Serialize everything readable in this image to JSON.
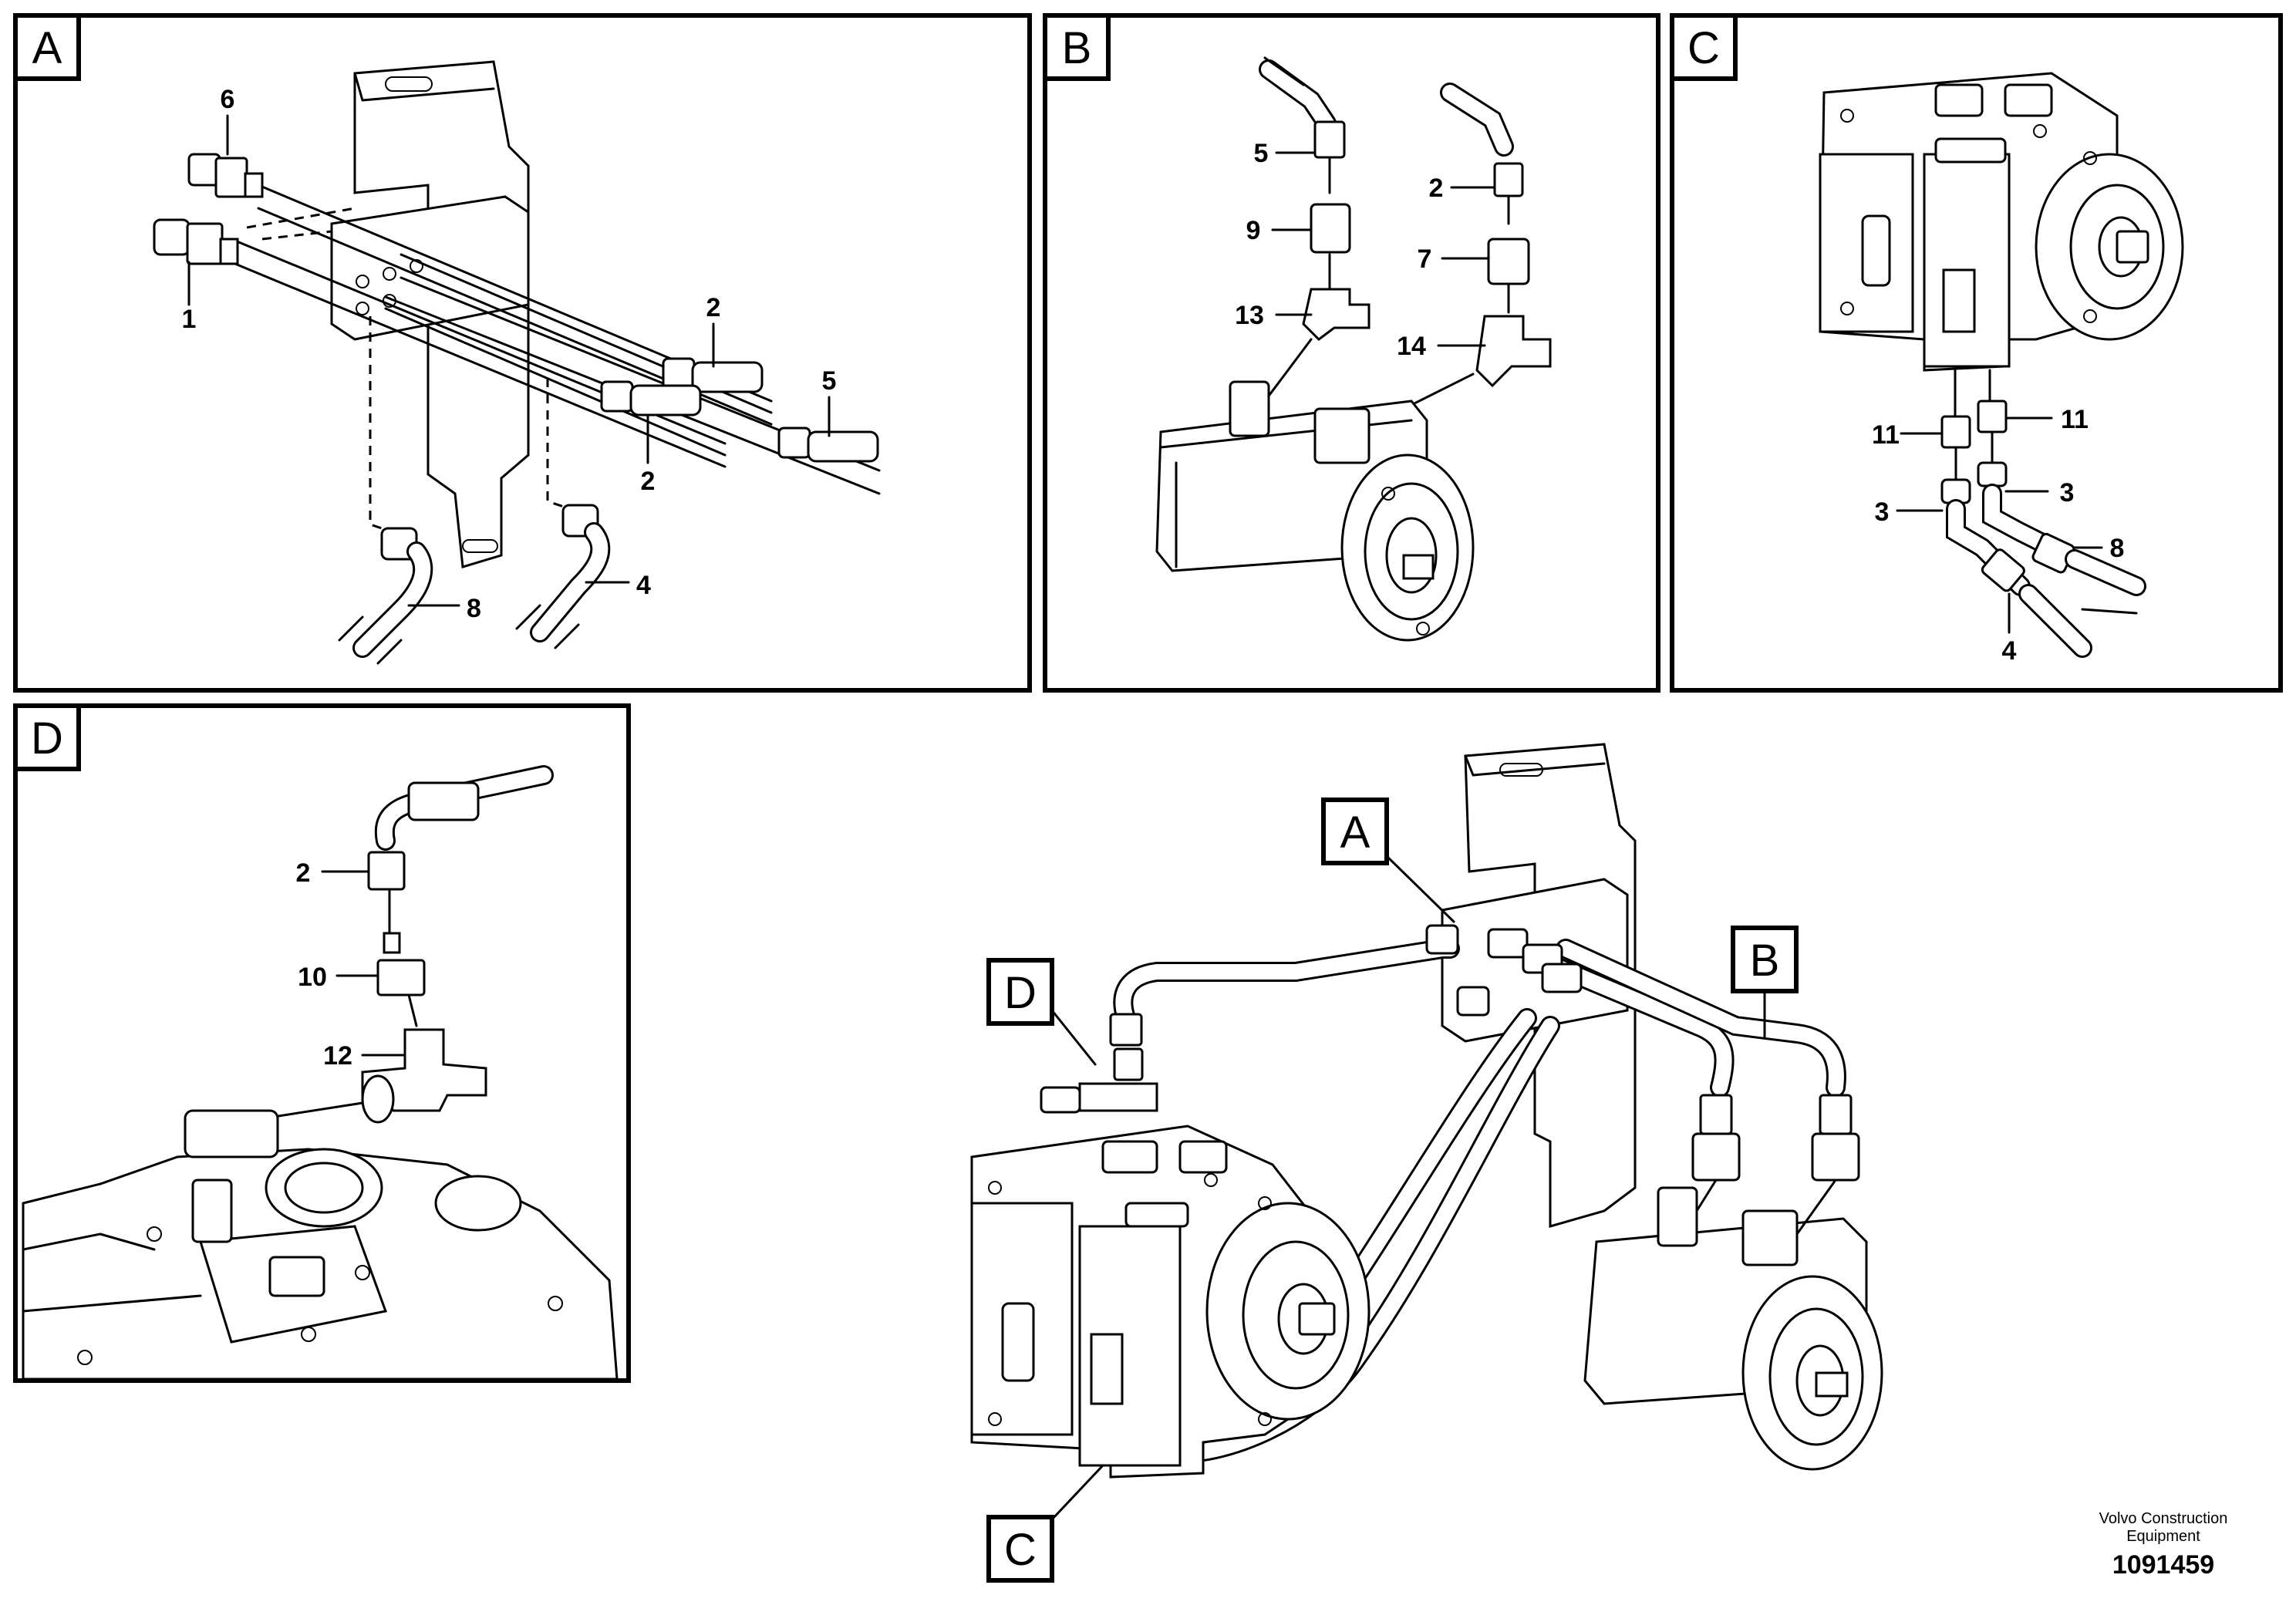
{
  "panels": {
    "A": {
      "letter": "A",
      "callouts": {
        "c1": "1",
        "c2a": "2",
        "c2b": "2",
        "c4": "4",
        "c5": "5",
        "c6": "6",
        "c8": "8"
      }
    },
    "B": {
      "letter": "B",
      "callouts": {
        "c2": "2",
        "c5": "5",
        "c7": "7",
        "c9": "9",
        "c13": "13",
        "c14": "14"
      }
    },
    "C": {
      "letter": "C",
      "callouts": {
        "c3a": "3",
        "c3b": "3",
        "c4": "4",
        "c8": "8",
        "c11a": "11",
        "c11b": "11"
      }
    },
    "D": {
      "letter": "D",
      "callouts": {
        "c2": "2",
        "c10": "10",
        "c12": "12"
      }
    }
  },
  "overview": {
    "tags": {
      "A": "A",
      "B": "B",
      "C": "C",
      "D": "D"
    }
  },
  "footer": {
    "company_line1": "Volvo Construction",
    "company_line2": "Equipment",
    "drawing_number": "1091459"
  }
}
